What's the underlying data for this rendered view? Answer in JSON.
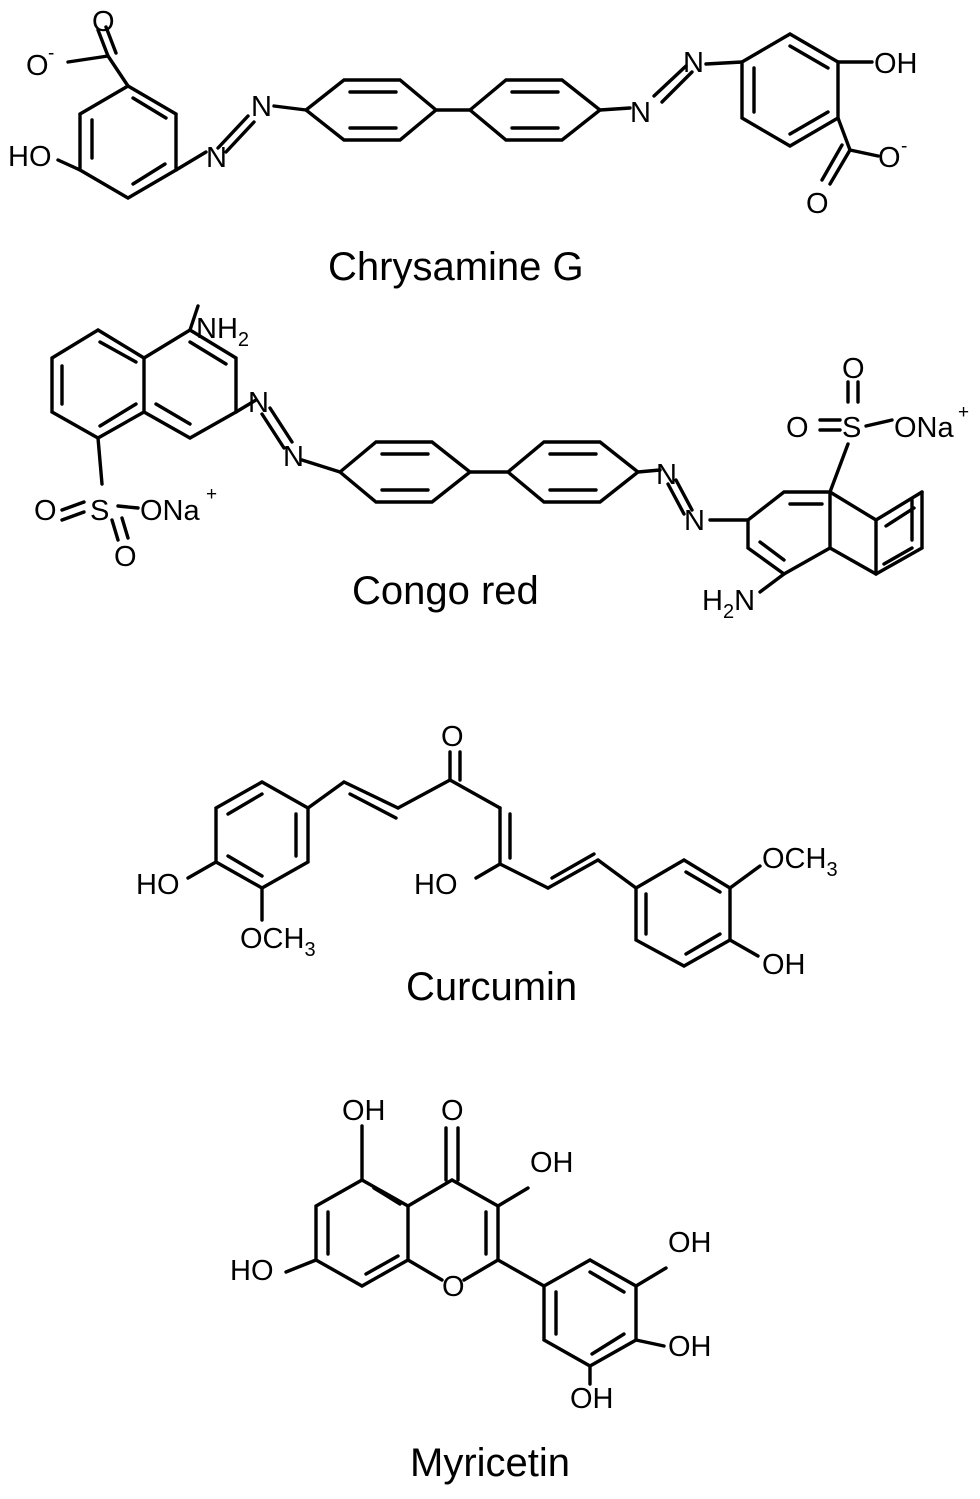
{
  "molecules": [
    {
      "name": "Chrysamine G",
      "labels": {
        "o_minus_left": "O",
        "o_minus_left_charge": "-",
        "o_carbonyl_left": "O",
        "ho_left": "HO",
        "n_left_1": "N",
        "n_left_2": "N",
        "n_right_1": "N",
        "n_right_2": "N",
        "oh_right": "OH",
        "o_minus_right": "O",
        "o_minus_right_charge": "-",
        "o_carbonyl_right": "O"
      }
    },
    {
      "name": "Congo red",
      "labels": {
        "nh2_left": "NH",
        "nh2_left_sub": "2",
        "n_left_1": "N",
        "n_left_2": "N",
        "so3_left_o1": "O",
        "so3_left_s": "S",
        "so3_left_ona": "ONa",
        "so3_left_charge": "+",
        "so3_left_o2": "O",
        "n_right_1": "N",
        "n_right_2": "N",
        "so3_right_o1": "O",
        "so3_right_o2": "O",
        "so3_right_s": "S",
        "so3_right_ona": "ONa",
        "so3_right_charge": "+",
        "h2n_right_h": "H",
        "h2n_right_sub": "2",
        "h2n_right_n": "N"
      }
    },
    {
      "name": "Curcumin",
      "labels": {
        "o_keto": "O",
        "ho_left": "HO",
        "och3_left": "OCH",
        "och3_left_sub": "3",
        "ho_enol": "HO",
        "och3_right": "OCH",
        "och3_right_sub": "3",
        "oh_right": "OH"
      }
    },
    {
      "name": "Myricetin",
      "labels": {
        "oh_5": "OH",
        "o_4": "O",
        "oh_3": "OH",
        "ho_7": "HO",
        "o_ring": "O",
        "oh_3p": "OH",
        "oh_4p": "OH",
        "oh_5p": "OH"
      }
    }
  ]
}
